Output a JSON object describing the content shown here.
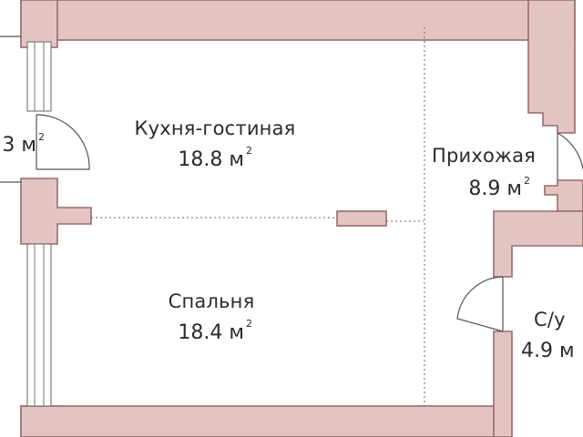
{
  "plan": {
    "colors": {
      "wall_fill": "#e2c5c3",
      "wall_stroke": "#9a6b6b",
      "text": "#2d2a2e",
      "background": "#ffffff"
    },
    "rooms": [
      {
        "key": "kitchen_living",
        "name": "Кухня-гостиная",
        "area": "18.8 м",
        "unit_superscript": "2"
      },
      {
        "key": "hallway",
        "name": "Прихожая",
        "area": "8.9 м",
        "unit_superscript": "2"
      },
      {
        "key": "bedroom",
        "name": "Спальня",
        "area": "18.4 м",
        "unit_superscript": "2"
      },
      {
        "key": "bathroom",
        "name": "С/у",
        "area": "4.9 м",
        "unit_superscript": ""
      },
      {
        "key": "balcony",
        "name": "",
        "area": "3 м",
        "unit_superscript": "2"
      }
    ]
  }
}
